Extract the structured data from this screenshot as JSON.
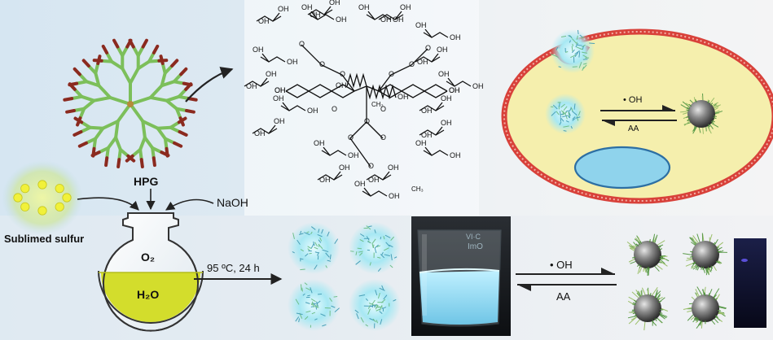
{
  "labels": {
    "hpg": "HPG",
    "naoh": "NaOH",
    "sublimed_sulfur": "Sublimed sulfur",
    "o2": "O₂",
    "h2o": "H₂O",
    "condition": "95 ºC,  24 h",
    "oh_top": "• OH",
    "aa_top": "AA",
    "oh_bottom": "• OH",
    "aa_bottom": "AA",
    "beaker_text_1": "ImO",
    "beaker_text_2": "VI·C"
  },
  "structure": {
    "ch3_a": "CH₃",
    "ch3_b": "CH₃",
    "oh": "OH",
    "o": "O"
  },
  "colors": {
    "flask_solution": "#d3dd2c",
    "dendrimer_branch": "#7cbf5a",
    "dendrimer_tip": "#8b2a1f",
    "cell_membrane": "#d8413a",
    "cell_cytoplasm": "#f5efad",
    "nucleus": "#8fd3ec",
    "sulfur_dot": "#f1f13a",
    "beaker_liquid": "#8fd8ef",
    "uv_vial": "#1a1f4a"
  }
}
